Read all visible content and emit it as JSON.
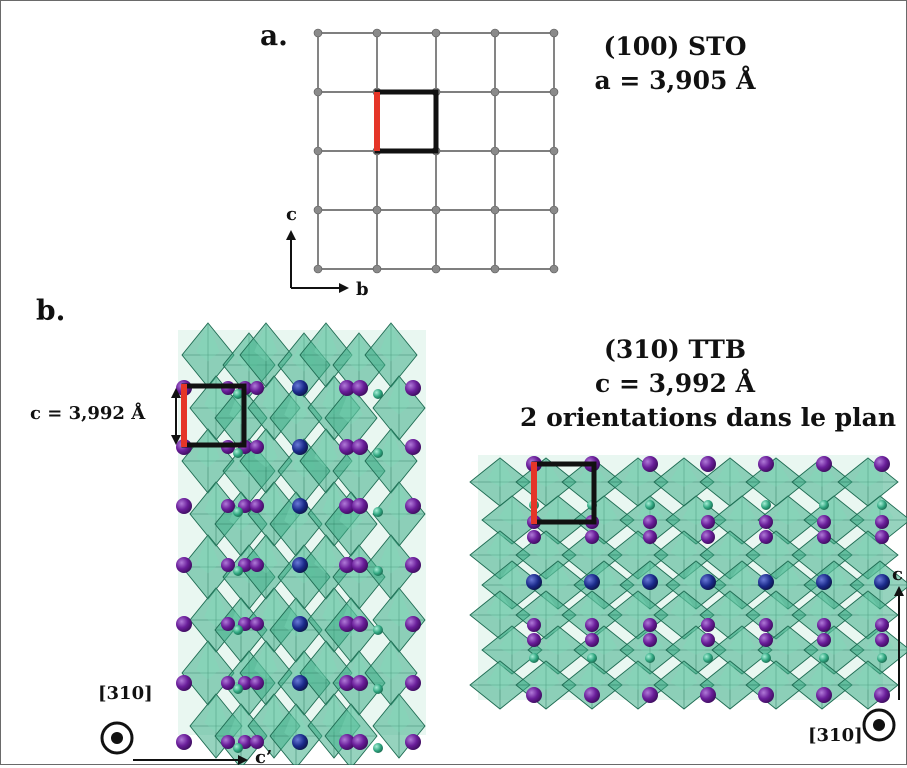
{
  "panel_a": {
    "label": "a.",
    "title_line1": "(100) STO",
    "title_line2": "a = 3,905 Å",
    "axis_up": "c",
    "axis_right": "b"
  },
  "panel_b": {
    "label": "b.",
    "title_line1": "(310) TTB",
    "title_line2": "c = 3,992 Å",
    "title_line3": "2 orientations dans le plan",
    "left_dimension": "c = 3,992 Å",
    "left_zone_axis": "[310]",
    "left_axis_right": "c’",
    "right_zone_axis": "[310]",
    "right_axis_up": "c"
  },
  "colors": {
    "octahedron_fill": "#3fae88",
    "octahedron_edge": "#1e6b52",
    "cation_purple": "#6a1e9a",
    "unit_cell": "#111111",
    "highlight_edge": "#e53528",
    "grid_line": "#333333",
    "grid_node": "#8a8a8a"
  }
}
